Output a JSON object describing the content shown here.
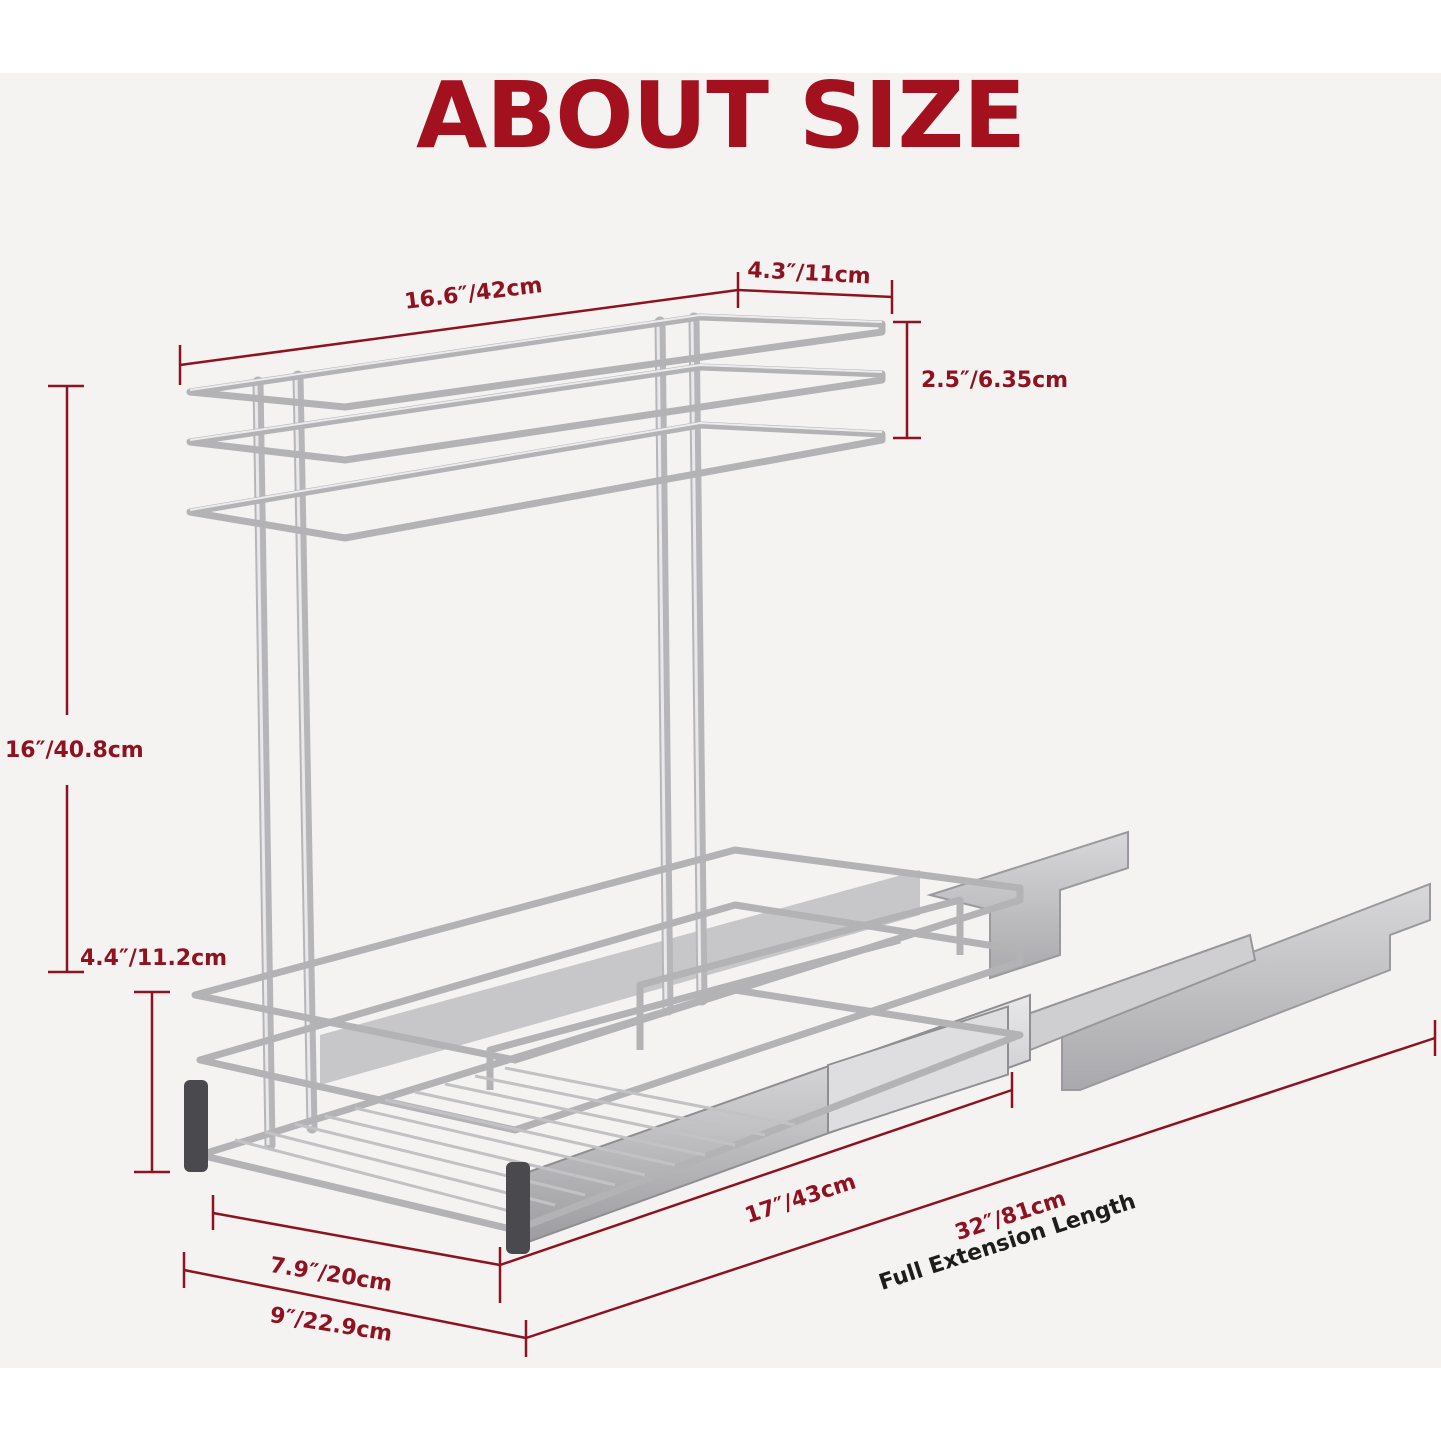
{
  "title": "ABOUT SIZE",
  "colors": {
    "accent": "#a3111f",
    "dimension_label": "#8e1220",
    "dimension_line": "#8e1220",
    "background": "#f4f3f2",
    "wire": "#b9b9bb"
  },
  "dimensions": {
    "overall_width": "16.6″/42cm",
    "top_shelf_depth": "4.3″/11cm",
    "top_shelf_height": "2.5″/6.35cm",
    "overall_height": "16″/40.8cm",
    "bottom_basket_height": "4.4″/11.2cm",
    "basket_length": "17″/43cm",
    "basket_width": "7.9″/20cm",
    "overall_depth": "9″/22.9cm",
    "full_extension": "32″/81cm",
    "full_extension_caption": "Full Extension Length"
  }
}
